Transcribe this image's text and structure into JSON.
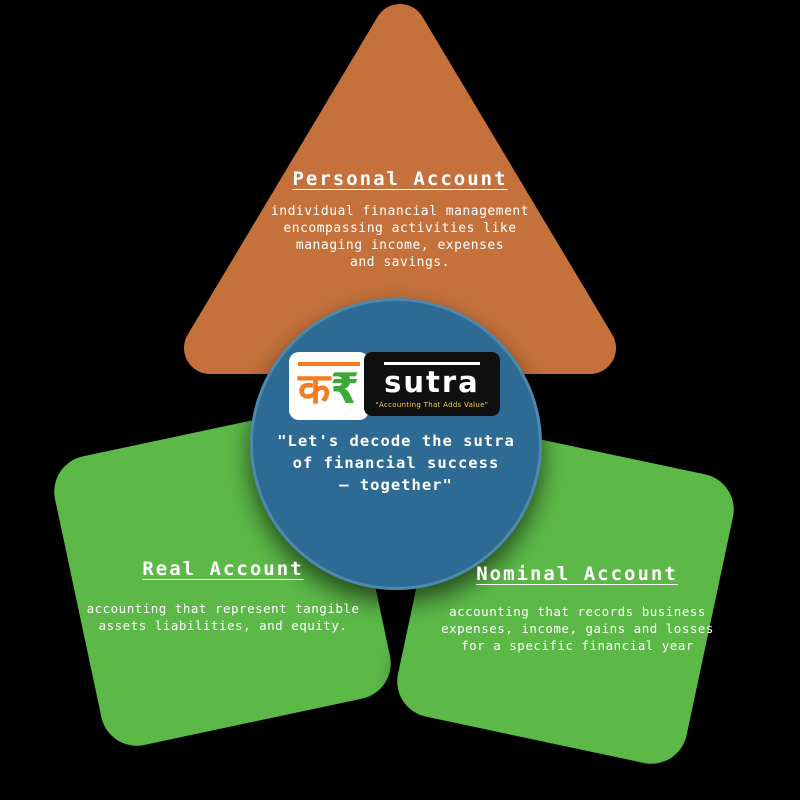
{
  "colors": {
    "background": "#000000",
    "triangle_orange": "#c4713c",
    "card_green": "#5cb948",
    "circle_blue": "#2e6b94",
    "circle_border": "#4f88ad",
    "logo_orange": "#f47b20",
    "logo_green": "#3aa935",
    "tagline_yellow": "#f0d24a",
    "text": "#ffffff"
  },
  "personal_account": {
    "title": "Personal Account",
    "description": "individual financial management\nencompassing activities like\nmanaging income, expenses\nand savings."
  },
  "real_account": {
    "title": "Real Account",
    "description": "accounting that represent tangible\nassets liabilities, and equity."
  },
  "nominal_account": {
    "title": "Nominal Account",
    "description": "accounting that records business\nexpenses, income, gains and losses\nfor a specific financial year"
  },
  "center": {
    "quote": "\"Let's decode the sutra\nof financial success\n— together\"",
    "logo": {
      "devanagari_ka": "क",
      "rupee": "₹",
      "wordmark": "sutra",
      "tagline": "\"Accounting That Adds Value\""
    }
  }
}
